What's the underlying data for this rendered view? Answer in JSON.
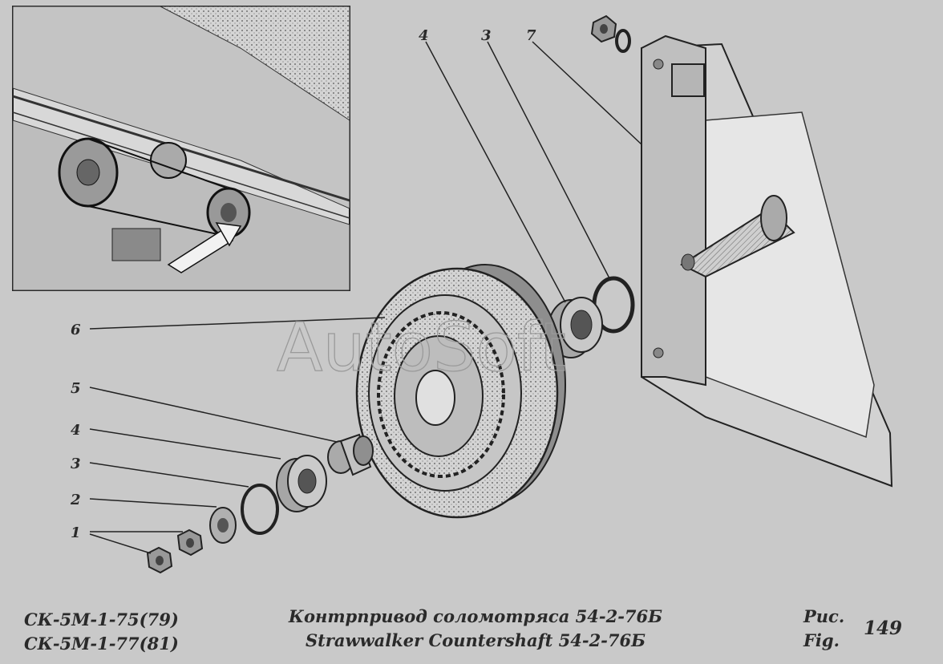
{
  "models": [
    "СК-5М-1-75(79)",
    "СК-5М-1-77(81)"
  ],
  "title_ru": "Контрпривод соломотряса 54-2-76Б",
  "title_en": "Strawwalker Countershaft 54-2-76Б",
  "fig_label_ru": "Рис.",
  "fig_label_en": "Fig.",
  "fig_number": "149",
  "watermark": "AutoSoft",
  "callouts": [
    "1",
    "2",
    "3",
    "4",
    "5",
    "6",
    "4",
    "3",
    "7"
  ],
  "colors": {
    "background": "#c9c9c9",
    "ink": "#2a2a2a",
    "watermark": "#9a9a9a"
  }
}
